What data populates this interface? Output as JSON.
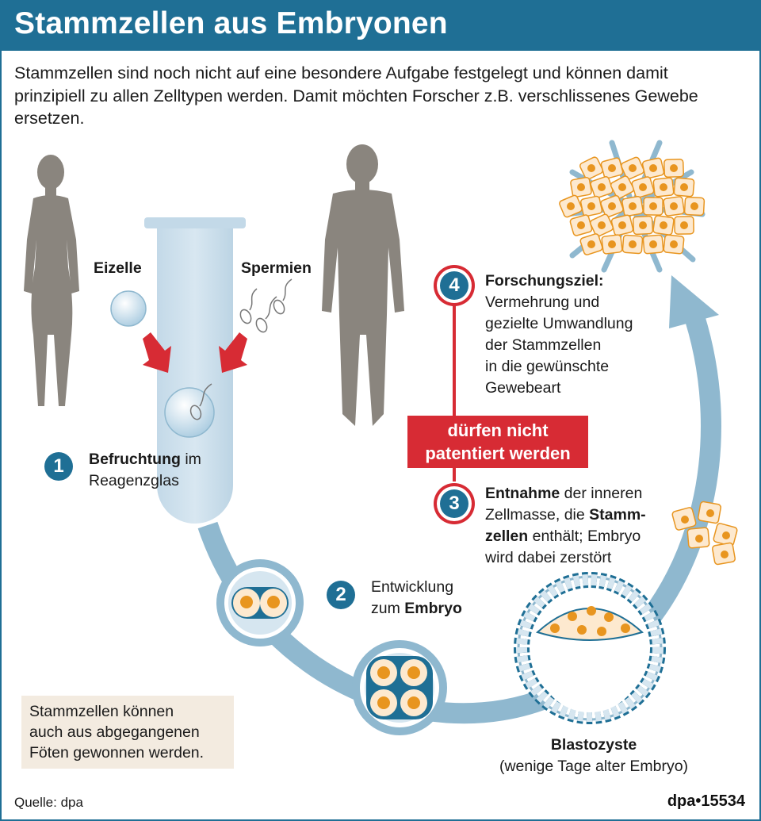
{
  "header": {
    "title": "Stammzellen aus Embryonen"
  },
  "intro": "Stammzellen sind noch nicht auf eine besondere Aufgabe festgelegt und können damit prinzipiell zu allen Zelltypen werden. Damit möchten Forscher z.B. verschlissenes Gewebe ersetzen.",
  "labels": {
    "eizelle": "Eizelle",
    "spermien": "Spermien"
  },
  "steps": [
    {
      "number": "1",
      "bold": "Befruchtung",
      "text_after": " im",
      "line2": "Reagenzglas"
    },
    {
      "number": "2",
      "line1": "Entwicklung",
      "line2_plain": "zum ",
      "line2_bold": "Embryo"
    },
    {
      "number": "3",
      "bold1": "Entnahme",
      "text1": " der inneren",
      "text2": "Zellmasse, die ",
      "bold2": "Stamm-",
      "bold3": "zellen",
      "text3": " enthält; Embryo",
      "text4": "wird dabei zerstört"
    },
    {
      "number": "4",
      "bold": "Forschungsziel:",
      "lines": [
        "Vermehrung und",
        "gezielte Umwandlung",
        "der Stammzellen",
        "in die gewünschte",
        "Gewebeart"
      ]
    }
  ],
  "patent": {
    "line1": "dürfen nicht",
    "line2": "patentiert werden"
  },
  "blastozyste": {
    "title": "Blastozyste",
    "subtitle": "(wenige Tage alter Embryo)"
  },
  "note": {
    "lines": [
      "Stammzellen können",
      "auch aus abgegangenen",
      "Föten gewonnen werden."
    ]
  },
  "footer": {
    "source": "Quelle: dpa",
    "credit": "dpa•15534"
  },
  "colors": {
    "header": "#1f6f95",
    "accent_red": "#d72b34",
    "silhouette": "#8a857e",
    "cycle_arrow": "#8fb8cf",
    "cell_orange": "#e8951f",
    "cell_fill": "#fde9cf",
    "note_bg": "#f3ebe0"
  }
}
